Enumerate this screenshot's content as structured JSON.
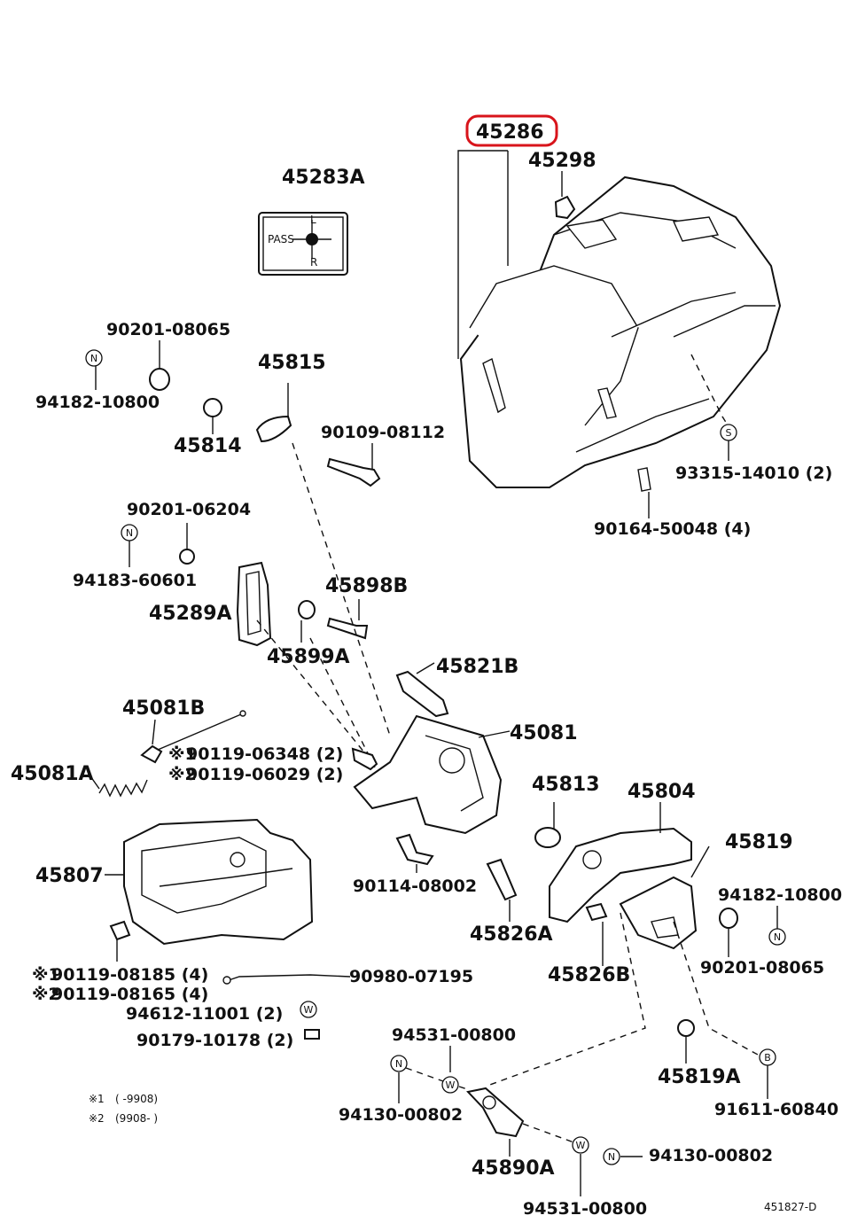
{
  "highlight_color": "#d8141b",
  "line_color": "#111111",
  "callouts": {
    "p45286": "45286",
    "p45298": "45298",
    "p45283A": "45283A",
    "p90201_08065_top": "90201-08065",
    "p94182_10800_left": "94182-10800",
    "p45815": "45815",
    "p45814": "45814",
    "p90109_08112": "90109-08112",
    "p93315_14010": "93315-14010 (2)",
    "p90164_50048": "90164-50048 (4)",
    "p90201_06204": "90201-06204",
    "p94183_60601": "94183-60601",
    "p45898B": "45898B",
    "p45289A": "45289A",
    "p45899A": "45899A",
    "p45821B": "45821B",
    "p45081B": "45081B",
    "p45081": "45081",
    "p90119_06348": "90119-06348 (2)",
    "p90119_06029": "90119-06029 (2)",
    "p45081A": "45081A",
    "p45813": "45813",
    "p45804": "45804",
    "p45819": "45819",
    "p45807": "45807",
    "p94182_10800_right": "94182-10800",
    "p90114_08002": "90114-08002",
    "p45826A": "45826A",
    "p45826B": "45826B",
    "p90201_08065_right": "90201-08065",
    "p90119_08185": "90119-08185 (4)",
    "p90119_08165": "90119-08165 (4)",
    "p90980_07195": "90980-07195",
    "p94612_11001": "94612-11001 (2)",
    "p90179_10178": "90179-10178 (2)",
    "p94531_00800_top": "94531-00800",
    "p45819A": "45819A",
    "p91611_60840": "91611-60840",
    "p94130_00802_left": "94130-00802",
    "p94130_00802_right": "94130-00802",
    "p45890A": "45890A",
    "p94531_00800_bottom": "94531-00800"
  },
  "markers": {
    "note1": "※1",
    "note2": "※2",
    "note1_range": "(        -9908)",
    "note2_range": "(9908-        )"
  },
  "circle_letters": {
    "N": "N",
    "S": "S",
    "W": "W",
    "B": "B"
  },
  "indicator_text": {
    "pass": "PASS",
    "r": "R",
    "l": "L"
  },
  "figure_code": "451827-D"
}
